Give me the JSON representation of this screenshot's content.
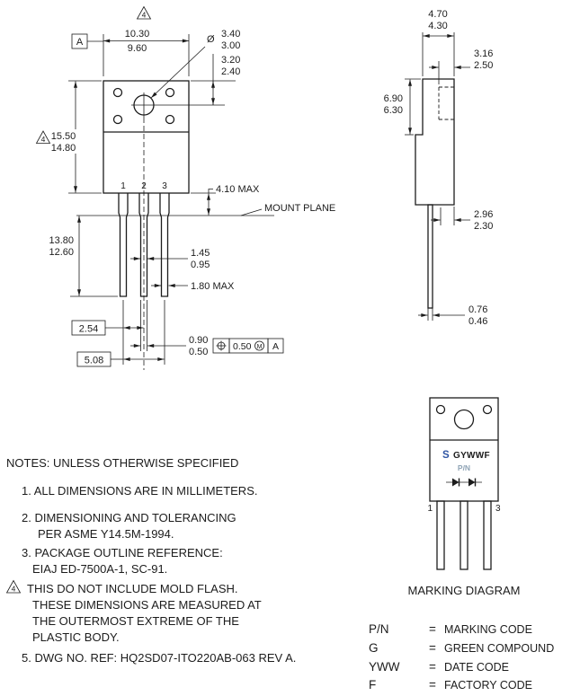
{
  "colors": {
    "line": "#1c1c1c",
    "logo_blue": "#2f55a4",
    "pn_gray": "#8fa3b5"
  },
  "front_view": {
    "flag_top": "4",
    "width_max": "10.30",
    "width_min": "9.60",
    "datum_label": "A",
    "dia_symbol": "Ø",
    "hole_dia_max": "3.40",
    "hole_dia_min": "3.00",
    "hole_offset_max": "3.20",
    "hole_offset_min": "2.40",
    "flag_left": "4",
    "body_height_max": "15.50",
    "body_height_min": "14.80",
    "pin_numbers": [
      "1",
      "2",
      "3"
    ],
    "tab_to_mount": "4.10 MAX",
    "mount_plane_label": "MOUNT PLANE",
    "lead_length_max": "13.80",
    "lead_length_min": "12.60",
    "lead_width_max": "1.45",
    "lead_width_min": "0.95",
    "lead_base_width": "1.80 MAX",
    "pitch_adjacent": "2.54",
    "pitch_outer": "5.08",
    "lead_tip_width_max": "0.90",
    "lead_tip_width_min": "0.50",
    "fcf_tolerance": "0.50",
    "fcf_modifier": "M",
    "fcf_datum": "A"
  },
  "side_view": {
    "top_thickness_max": "4.70",
    "top_thickness_min": "4.30",
    "boss_depth_max": "3.16",
    "boss_depth_min": "2.50",
    "tab_height_max": "6.90",
    "tab_height_min": "6.30",
    "base_thickness_max": "2.96",
    "base_thickness_min": "2.30",
    "lead_thickness_max": "0.76",
    "lead_thickness_min": "0.46"
  },
  "notes": {
    "title": "NOTES: UNLESS OTHERWISE SPECIFIED",
    "note1": "1.  ALL DIMENSIONS ARE IN MILLIMETERS.",
    "note2_line1": "2.  DIMENSIONING AND TOLERANCING",
    "note2_line2": "PER ASME Y14.5M-1994.",
    "note3_line1": "3.  PACKAGE OUTLINE REFERENCE:",
    "note3_line2": "EIAJ ED-7500A-1, SC-91.",
    "note4_flag": "4",
    "note4_line1": "THIS DO NOT INCLUDE MOLD FLASH.",
    "note4_line2": "THESE DIMENSIONS ARE MEASURED AT",
    "note4_line3": "THE OUTERMOST EXTREME OF THE",
    "note4_line4": "PLASTIC BODY.",
    "note5": "5.  DWG NO. REF: HQ2SD07-ITO220AB-063 REV A."
  },
  "marking": {
    "logo": "S",
    "top_code": "GYWWF",
    "part_number": "P/N",
    "pin_left": "1",
    "pin_right": "3",
    "title": "MARKING DIAGRAM",
    "legend": [
      {
        "key": "P/N",
        "eq": "=",
        "value": "MARKING CODE"
      },
      {
        "key": "G",
        "eq": "=",
        "value": "GREEN COMPOUND"
      },
      {
        "key": "YWW",
        "eq": "=",
        "value": "DATE CODE"
      },
      {
        "key": "F",
        "eq": "=",
        "value": "FACTORY CODE"
      }
    ]
  }
}
